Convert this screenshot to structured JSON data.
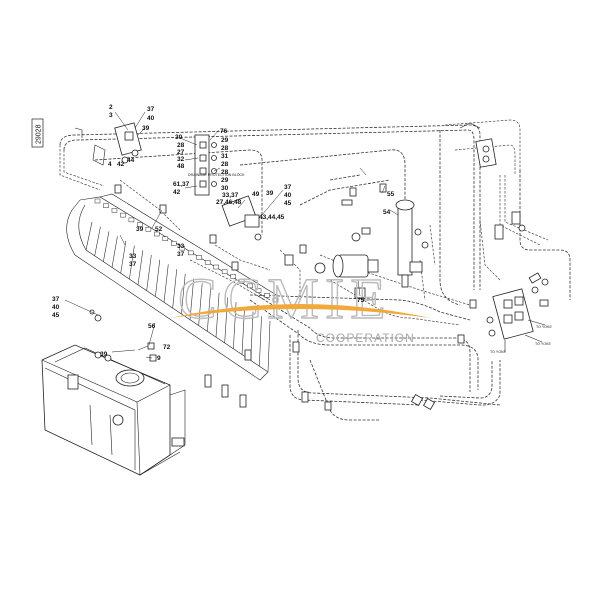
{
  "drawing_number": "29028",
  "watermark": {
    "main_text": "CCMIE",
    "sub_text": "COOPERATION",
    "swoosh_color": "#f2a93b",
    "text_color": "#b5b5b5"
  },
  "callouts": [
    {
      "id": "c-2",
      "text": "2"
    },
    {
      "id": "c-3",
      "text": "3"
    },
    {
      "id": "c-37a",
      "text": "37"
    },
    {
      "id": "c-40a",
      "text": "40"
    },
    {
      "id": "c-39a",
      "text": "39"
    },
    {
      "id": "c-4",
      "text": "4"
    },
    {
      "id": "c-42a",
      "text": "42"
    },
    {
      "id": "c-44",
      "text": "44"
    },
    {
      "id": "c-30a",
      "text": "30"
    },
    {
      "id": "c-76",
      "text": "76"
    },
    {
      "id": "c-28a",
      "text": "28"
    },
    {
      "id": "c-29a",
      "text": "29"
    },
    {
      "id": "c-27",
      "text": "27"
    },
    {
      "id": "c-28b",
      "text": "28"
    },
    {
      "id": "c-32",
      "text": "32"
    },
    {
      "id": "c-31",
      "text": "31"
    },
    {
      "id": "c-48",
      "text": "48"
    },
    {
      "id": "c-28c",
      "text": "28"
    },
    {
      "id": "c-28d",
      "text": "28"
    },
    {
      "id": "c-29b",
      "text": "29"
    },
    {
      "id": "c-30b",
      "text": "30"
    },
    {
      "id": "c-6137",
      "text": "61,37"
    },
    {
      "id": "c-3337",
      "text": "33,37"
    },
    {
      "id": "c-42b",
      "text": "42"
    },
    {
      "id": "c-274648",
      "text": "27,46,48"
    },
    {
      "id": "c-49",
      "text": "49"
    },
    {
      "id": "c-39b",
      "text": "39"
    },
    {
      "id": "c-37b",
      "text": "37"
    },
    {
      "id": "c-40b",
      "text": "40"
    },
    {
      "id": "c-45a",
      "text": "45"
    },
    {
      "id": "c-434445",
      "text": "43,44,45"
    },
    {
      "id": "c-55",
      "text": "55"
    },
    {
      "id": "c-54",
      "text": "54"
    },
    {
      "id": "c-39c",
      "text": "39"
    },
    {
      "id": "c-52",
      "text": "52"
    },
    {
      "id": "c-33a",
      "text": "33"
    },
    {
      "id": "c-37c",
      "text": "37"
    },
    {
      "id": "c-33b",
      "text": "33"
    },
    {
      "id": "c-37d",
      "text": "37"
    },
    {
      "id": "c-37e",
      "text": "37"
    },
    {
      "id": "c-40c",
      "text": "40"
    },
    {
      "id": "c-45b",
      "text": "45"
    },
    {
      "id": "c-56",
      "text": "56"
    },
    {
      "id": "c-72",
      "text": "72"
    },
    {
      "id": "c-9",
      "text": "9"
    },
    {
      "id": "c-39d",
      "text": "39"
    },
    {
      "id": "c-75",
      "text": "75"
    }
  ],
  "small_notes": {
    "block_note": "DRAINAGE PROTECTION BLOCK",
    "to_yoke_1": "TO YOKE",
    "to_yoke_2": "TO YOKE",
    "to_yoke_3": "TO YOKE"
  }
}
